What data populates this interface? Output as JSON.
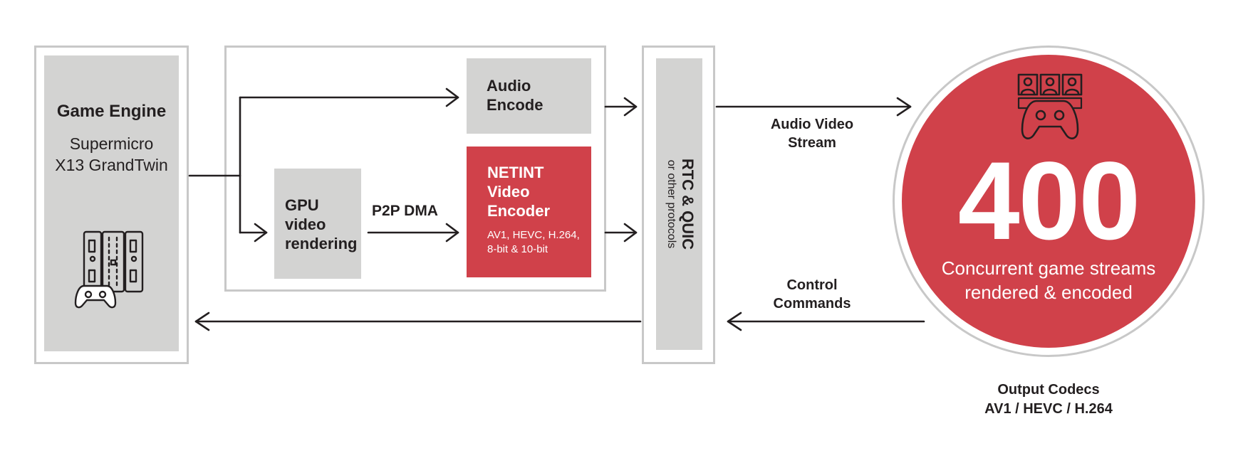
{
  "diagram": {
    "game_engine": {
      "title": "Game Engine",
      "subtitle_line1": "Supermicro",
      "subtitle_line2": "X13 GrandTwin"
    },
    "audio_encode": {
      "line1": "Audio",
      "line2": "Encode"
    },
    "gpu": {
      "line1": "GPU",
      "line2": "video",
      "line3": "rendering"
    },
    "p2p_label": "P2P DMA",
    "netint": {
      "line1": "NETINT",
      "line2": "Video",
      "line3": "Encoder",
      "codecs_line1": "AV1, HEVC, H.264,",
      "codecs_line2": "8-bit & 10-bit"
    },
    "rtc": {
      "title": "RTC & QUIC",
      "subtitle": "or other protocols"
    },
    "audio_video_stream": {
      "line1": "Audio Video",
      "line2": "Stream"
    },
    "control_commands": {
      "line1": "Control",
      "line2": "Commands"
    },
    "streams_circle": {
      "number": "400",
      "line1": "Concurrent game streams",
      "line2": "rendered & encoded"
    },
    "output_codecs": {
      "line1": "Output Codecs",
      "line2": "AV1 / HEVC / H.264"
    }
  },
  "colors": {
    "accent_red": "#d0414a",
    "box_grey": "#d3d3d2",
    "frame_grey": "#c8c8c8",
    "ink": "#231f20"
  },
  "icons": [
    "server-icon",
    "gamepad-icon",
    "players-icon"
  ]
}
